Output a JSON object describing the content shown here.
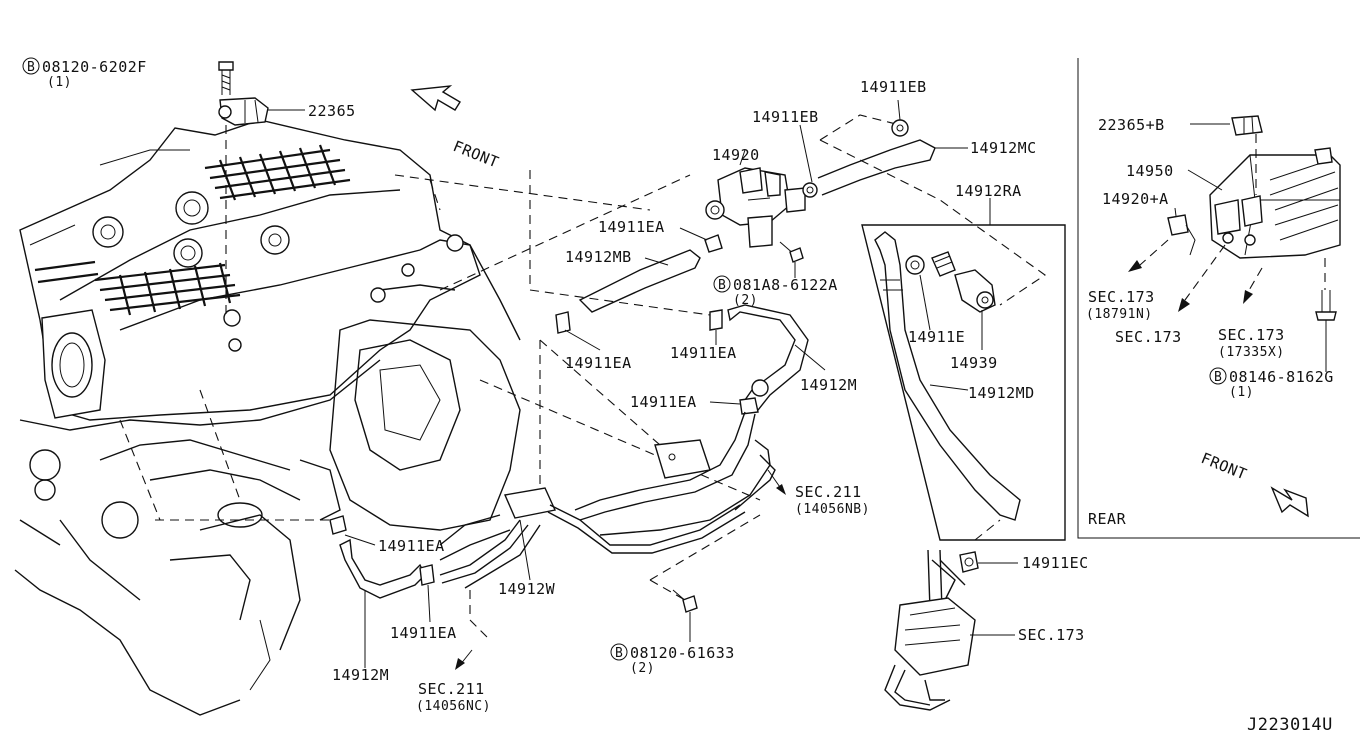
{
  "diagram_id": "J223014U",
  "front_arrow_main": "FRONT",
  "front_arrow_rear": "FRONT",
  "rear_panel_label": "REAR",
  "bolt_symbol": "B",
  "labels": {
    "bolt_08120_6202F": "08120-6202F",
    "bolt_08120_6202F_qty": "(1)",
    "p22365": "22365",
    "p14911EB_a": "14911EB",
    "p14911EB_b": "14911EB",
    "p14912MC": "14912MC",
    "p14920": "14920",
    "p14911EA_a": "14911EA",
    "p14912MB": "14912MB",
    "bolt_081A8_6122A": "081A8-6122A",
    "bolt_081A8_6122A_qty": "(2)",
    "p14912RA": "14912RA",
    "p14911E": "14911E",
    "p14939": "14939",
    "p14912MD": "14912MD",
    "p14911EA_b": "14911EA",
    "p14911EA_c": "14911EA",
    "p14912M_a": "14912M",
    "p14911EA_d": "14911EA",
    "sec211_a": "SEC.211",
    "sec211_a_ref": "(14056NB)",
    "p14911EA_e": "14911EA",
    "p14912W": "14912W",
    "p14911EA_f": "14911EA",
    "p14912M_b": "14912M",
    "sec211_b": "SEC.211",
    "sec211_b_ref": "(14056NC)",
    "bolt_08120_61633": "08120-61633",
    "bolt_08120_61633_qty": "(2)",
    "p14911EC": "14911EC",
    "sec173_main": "SEC.173",
    "r22365B": "22365+B",
    "r14950": "14950",
    "r14920A": "14920+A",
    "r_sec173_a": "SEC.173",
    "r_sec173_a_ref": "(18791N)",
    "r_sec173_b": "SEC.173",
    "r_sec173_c": "SEC.173",
    "r_sec173_c_ref": "(17335X)",
    "bolt_08146_8162G": "08146-8162G",
    "bolt_08146_8162G_qty": "(1)"
  }
}
